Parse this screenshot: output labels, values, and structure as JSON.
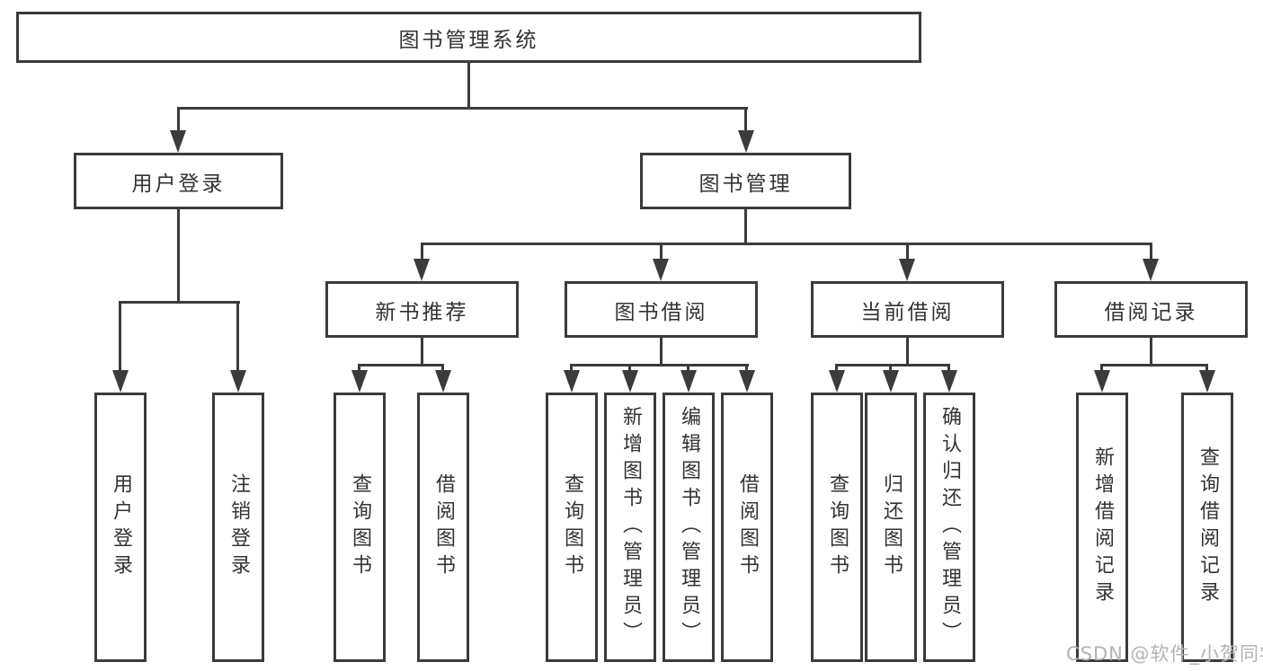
{
  "diagram": {
    "root_label": "图书管理系统",
    "branches": [
      {
        "label": "用户登录",
        "leaves": [
          "用户登录",
          "注销登录"
        ]
      },
      {
        "label": "图书管理",
        "groups": [
          {
            "label": "新书推荐",
            "leaves": [
              "查询图书",
              "借阅图书"
            ]
          },
          {
            "label": "图书借阅",
            "leaves": [
              "查询图书",
              "新增图书（管理员）",
              "编辑图书（管理员）",
              "借阅图书"
            ]
          },
          {
            "label": "当前借阅",
            "leaves": [
              "查询图书",
              "归还图书",
              "确认归还（管理员）"
            ]
          },
          {
            "label": "借阅记录",
            "leaves": [
              "新增借阅记录",
              "查询借阅记录"
            ]
          }
        ]
      }
    ]
  },
  "watermark": "CSDN @软件_小贺同学",
  "colors": {
    "line": "#3b3b3b",
    "text": "#333333",
    "watermark": "#b3b3b3",
    "background": "#ffffff"
  }
}
